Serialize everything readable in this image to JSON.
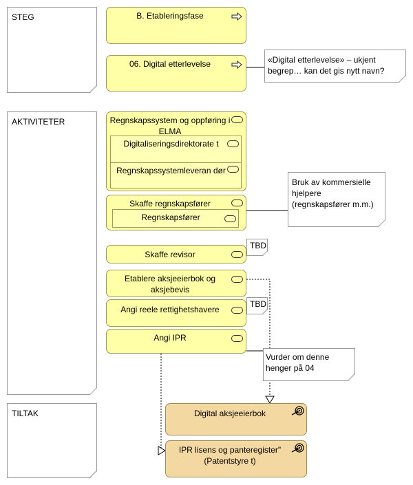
{
  "lanes": [
    {
      "id": "steg",
      "label": "STEG"
    },
    {
      "id": "aktiviteter",
      "label": "AKTIVITETER"
    },
    {
      "id": "tiltak",
      "label": "TILTAK"
    }
  ],
  "steps": [
    {
      "id": "etablering",
      "label": "B. Etableringsfase",
      "icon": "process-arrow-icon"
    },
    {
      "id": "digital",
      "label": "06. Digital etterlevelse",
      "icon": "process-arrow-icon"
    }
  ],
  "activities": {
    "regnskapssystem": {
      "label": "Regnskapssystem og oppføring i ELMA",
      "roles": [
        {
          "label": "Digitaliseringsdirektorate t"
        },
        {
          "label": "Regnskapssystemleveran dør"
        }
      ]
    },
    "skaffe_regnskapsforer": {
      "label": "Skaffe regnskapsfører",
      "roles": [
        {
          "label": "Regnskapsfører"
        }
      ]
    },
    "skaffe_revisor": {
      "label": "Skaffe revisor"
    },
    "aksjeeierbok": {
      "label": "Etablere aksjeeierbok og aksjebevis"
    },
    "reelle": {
      "label": "Angi reele rettighetshavere"
    },
    "ipr": {
      "label": "Angi IPR"
    }
  },
  "measures": [
    {
      "id": "digital_aksjeeierbok",
      "label": "Digital aksjeeierbok",
      "icon": "goal-target-icon"
    },
    {
      "id": "ipr_lisens",
      "label": "IPR lisens og panteregister\" (Patentstyre t)",
      "icon": "goal-target-icon"
    }
  ],
  "notes": {
    "digital_etterlevelse": "«Digital etterlevelse» – ukjent begrep… kan det gis nytt navn?",
    "kommersielle": "Bruk av kommersielle hjelpere (regnskapsfører m.m.)",
    "vurder": "Vurder om denne henger på 04",
    "tbd_revisor": "TBD",
    "tbd_reelle": "TBD"
  },
  "colors": {
    "activity_fill": "#ffffa8",
    "activity_border": "#9c9c58",
    "measure_fill": "#f4d8a2",
    "note_border": "#999999"
  }
}
